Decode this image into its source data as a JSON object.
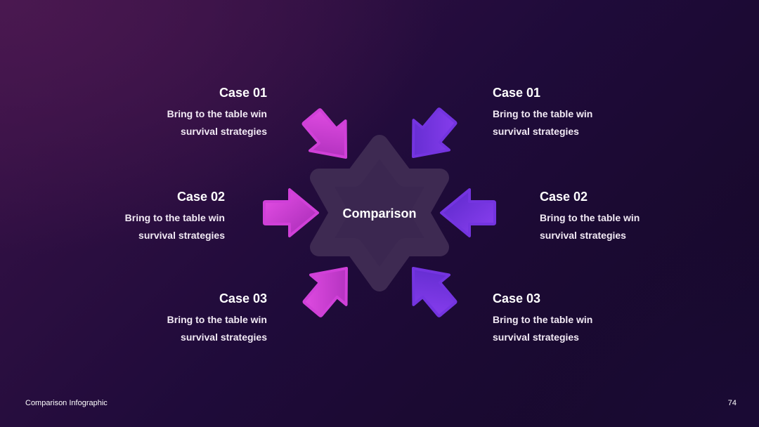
{
  "center": {
    "label": "Comparison"
  },
  "cases": {
    "left_top": {
      "title": "Case 01",
      "desc_line1": "Bring to the table win",
      "desc_line2": "survival strategies"
    },
    "left_mid": {
      "title": "Case 02",
      "desc_line1": "Bring to the table win",
      "desc_line2": "survival strategies"
    },
    "left_bottom": {
      "title": "Case 03",
      "desc_line1": "Bring to the table win",
      "desc_line2": "survival strategies"
    },
    "right_top": {
      "title": "Case 01",
      "desc_line1": "Bring to the table win",
      "desc_line2": "survival strategies"
    },
    "right_mid": {
      "title": "Case 02",
      "desc_line1": "Bring to the table win",
      "desc_line2": "survival strategies"
    },
    "right_bottom": {
      "title": "Case 03",
      "desc_line1": "Bring to the table win",
      "desc_line2": "survival strategies"
    }
  },
  "footer": {
    "title": "Comparison Infographic",
    "page_number": "74"
  },
  "colors": {
    "left_arrow_start": "#e048e0",
    "left_arrow_end": "#a02ab0",
    "right_arrow_start": "#8a3cf0",
    "right_arrow_end": "#5e2acd",
    "star_fill": "#3e2a52"
  }
}
